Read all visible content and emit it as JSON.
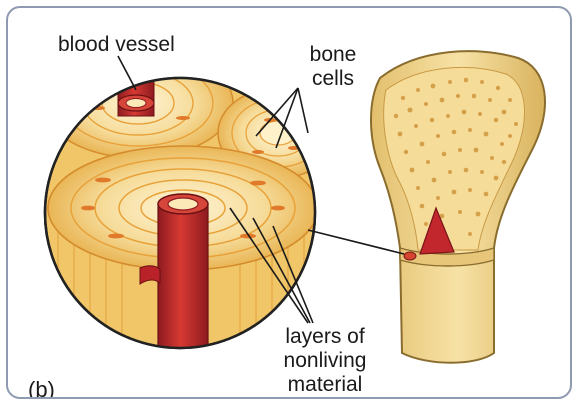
{
  "figure": {
    "panel_label": "(b)"
  },
  "labels": {
    "blood_vessel": "blood vessel",
    "bone_cells": [
      "bone",
      "cells"
    ],
    "layers": [
      "layers of",
      "nonliving",
      "material"
    ]
  },
  "colors": {
    "frame_border": "#8e9ab0",
    "bone_fill": "#f2d894",
    "bone_outline": "#8a6d2e",
    "marrow_fill": "#f7e3a3",
    "vessel_red": "#c1272d",
    "vessel_dark": "#8e1a1f",
    "layer_orange": "#e8a23a"
  }
}
